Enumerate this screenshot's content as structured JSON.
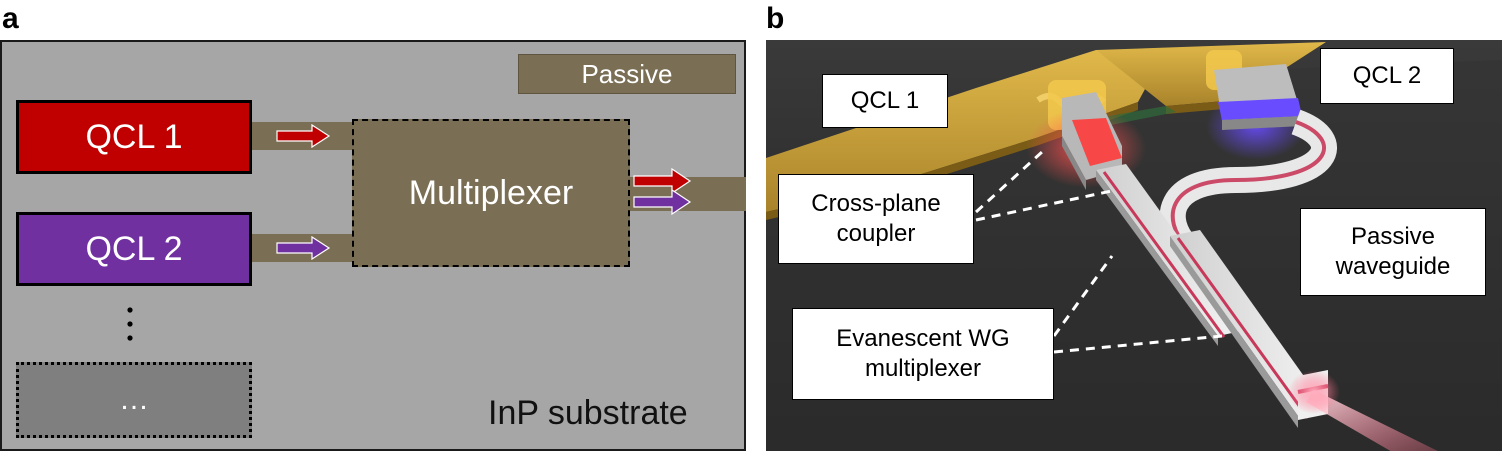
{
  "panel_a": {
    "letter": "a",
    "legend_passive": "Passive",
    "qcl1": "QCL 1",
    "qcl2": "QCL 2",
    "multiplexer": "Multiplexer",
    "ellipsis_vertical": "⋮",
    "more_lasers": "…",
    "substrate": "InP substrate"
  },
  "panel_b": {
    "letter": "b",
    "qcl1": "QCL 1",
    "qcl2": "QCL 2",
    "cross_plane_coupler": "Cross-plane coupler",
    "passive_waveguide": "Passive waveguide",
    "evanescent_multiplexer": "Evanescent WG multiplexer"
  },
  "colors": {
    "qcl1": "#c00000",
    "qcl2": "#7030a0",
    "passive": "#7a6e54",
    "substrate": "#a6a6a6",
    "gold_contact": "#d4a93a",
    "waveguide_core": "#c8385a",
    "emission_red": "#ff3b3b",
    "emission_blue": "#6a4cff"
  }
}
